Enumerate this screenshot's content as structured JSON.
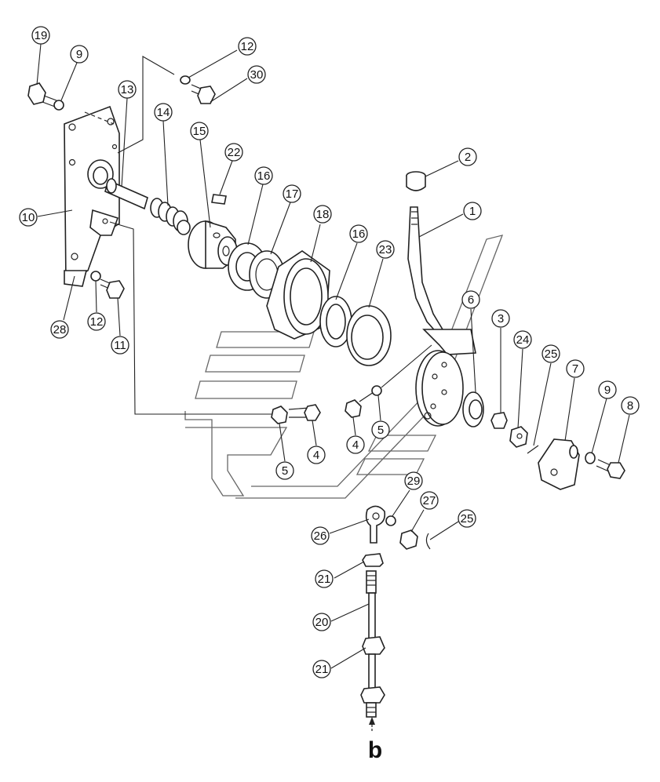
{
  "diagram": {
    "view_marker": "b",
    "callouts": [
      {
        "id": "c19",
        "label": "19"
      },
      {
        "id": "c9a",
        "label": "9"
      },
      {
        "id": "c12a",
        "label": "12"
      },
      {
        "id": "c30",
        "label": "30"
      },
      {
        "id": "c13",
        "label": "13"
      },
      {
        "id": "c14",
        "label": "14"
      },
      {
        "id": "c15",
        "label": "15"
      },
      {
        "id": "c22",
        "label": "22"
      },
      {
        "id": "c2",
        "label": "2"
      },
      {
        "id": "c16a",
        "label": "16"
      },
      {
        "id": "c17",
        "label": "17"
      },
      {
        "id": "c10",
        "label": "10"
      },
      {
        "id": "c1",
        "label": "1"
      },
      {
        "id": "c18",
        "label": "18"
      },
      {
        "id": "c16b",
        "label": "16"
      },
      {
        "id": "c23",
        "label": "23"
      },
      {
        "id": "c6",
        "label": "6"
      },
      {
        "id": "c3",
        "label": "3"
      },
      {
        "id": "c24",
        "label": "24"
      },
      {
        "id": "c25a",
        "label": "25"
      },
      {
        "id": "c28",
        "label": "28"
      },
      {
        "id": "c12b",
        "label": "12"
      },
      {
        "id": "c11",
        "label": "11"
      },
      {
        "id": "c7",
        "label": "7"
      },
      {
        "id": "c9b",
        "label": "9"
      },
      {
        "id": "c8",
        "label": "8"
      },
      {
        "id": "c5a",
        "label": "5"
      },
      {
        "id": "c4a",
        "label": "4"
      },
      {
        "id": "c4b",
        "label": "4"
      },
      {
        "id": "c5b",
        "label": "5"
      },
      {
        "id": "c29",
        "label": "29"
      },
      {
        "id": "c27",
        "label": "27"
      },
      {
        "id": "c26",
        "label": "26"
      },
      {
        "id": "c25b",
        "label": "25"
      },
      {
        "id": "c21a",
        "label": "21"
      },
      {
        "id": "c20",
        "label": "20"
      },
      {
        "id": "c21b",
        "label": "21"
      }
    ]
  }
}
